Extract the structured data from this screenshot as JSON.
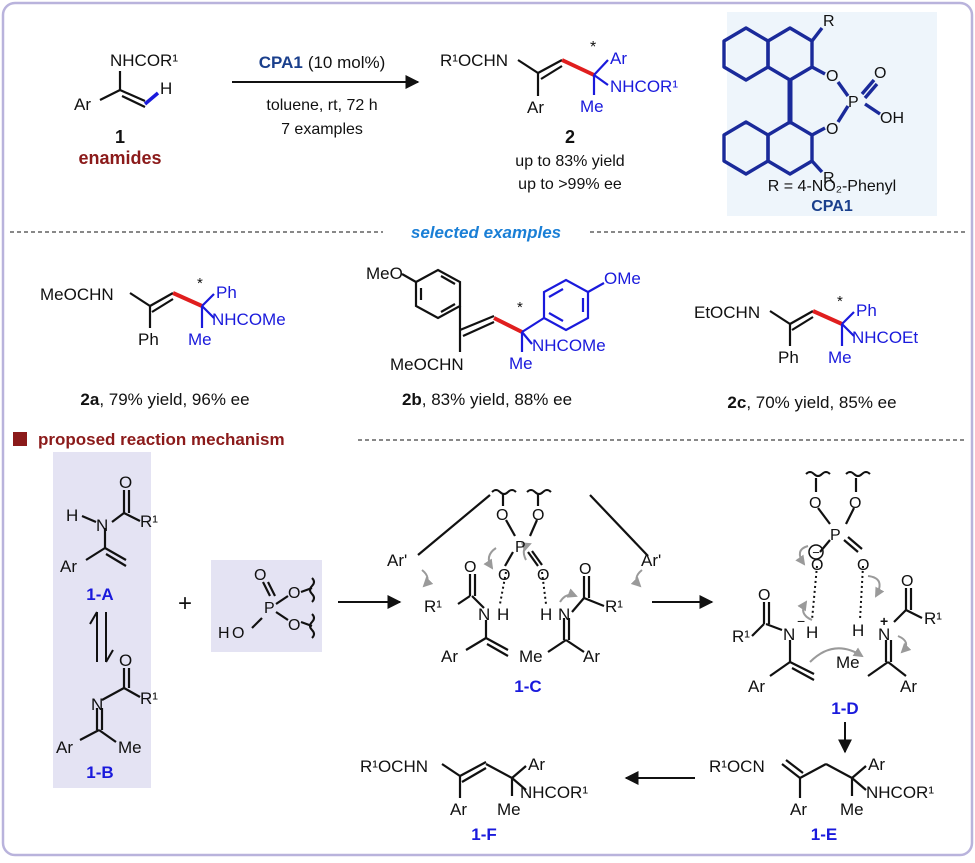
{
  "colors": {
    "frame": "#b9b3dc",
    "highlight_bg": "#e4e3f3",
    "cpa_bg": "#eef5fb",
    "blue": "#1a1adc",
    "red": "#e01e1e",
    "dark_red": "#8b1a1a",
    "cpa_label": "#1a3f8c",
    "section_label": "#1a7fd6",
    "grey_arrow": "#9a9a9a",
    "black": "#111111"
  },
  "reaction": {
    "substrate_number": "1",
    "substrate_label": "enamides",
    "substrate_group": "NHCOR¹",
    "substrate_ar": "Ar",
    "substrate_h": "H",
    "catalyst": "CPA1",
    "catalyst_loading": "(10 mol%)",
    "conditions": "toluene, rt, 72 h",
    "examples": "7 examples",
    "product_number": "2",
    "yield_text": "up to 83% yield",
    "ee_text": "up to >99% ee",
    "product_left": "R¹OCHN",
    "product_ar_bottom": "Ar",
    "product_ar_top": "Ar",
    "product_amide": "NHCOR¹",
    "product_me": "Me",
    "stereo": "*"
  },
  "cpa": {
    "r_top": "R",
    "r_bottom": "R",
    "o1": "O",
    "o2": "O",
    "p": "P",
    "o_double": "O",
    "oh": "OH",
    "r_definition": "R = 4-NO₂-Phenyl",
    "name": "CPA1"
  },
  "selected": {
    "header": "selected examples",
    "a": {
      "left": "MeOCHN",
      "ph_bottom": "Ph",
      "ph_top": "Ph",
      "amide": "NHCOMe",
      "me": "Me",
      "num": "2a",
      "result": ", 79% yield, 96% ee"
    },
    "b": {
      "ome_left": "MeO",
      "ome_right": "OMe",
      "left": "MeOCHN",
      "amide": "NHCOMe",
      "me": "Me",
      "num": "2b",
      "result": ", 83% yield, 88% ee"
    },
    "c": {
      "left": "EtOCHN",
      "ph_bottom": "Ph",
      "ph_top": "Ph",
      "amide": "NHCOEt",
      "me": "Me",
      "num": "2c",
      "result": ", 70% yield, 85% ee"
    }
  },
  "mechanism": {
    "header": "proposed reaction mechanism",
    "plus": "+",
    "A": {
      "label": "1-A",
      "h": "H",
      "n": "N",
      "o": "O",
      "r1": "R¹",
      "ar": "Ar"
    },
    "B": {
      "label": "1-B",
      "n": "N",
      "o": "O",
      "r1": "R¹",
      "ar": "Ar",
      "me": "Me"
    },
    "acid": {
      "h": "H",
      "o_h": "O",
      "p": "P",
      "o_top": "O",
      "o_r1": "O",
      "o_r2": "O"
    },
    "C": {
      "label": "1-C",
      "ar_left": "Ar'",
      "ar_right": "Ar'",
      "r1_left": "R¹",
      "r1_right": "R¹",
      "o_left": "O",
      "o_right": "O",
      "n_left": "N",
      "n_right": "N",
      "h_left": "H",
      "h_right": "H",
      "ar_bottom_left": "Ar",
      "me": "Me",
      "ar_bottom_right": "Ar",
      "p": "P",
      "o1": "O",
      "o2": "O",
      "o3": "O",
      "o4": "O"
    },
    "D": {
      "label": "1-D",
      "r1_left": "R¹",
      "r1_right": "R¹",
      "o_left": "O",
      "o_right": "O",
      "n_left": "N",
      "n_right": "N",
      "h_left": "H",
      "h_right": "H",
      "ar_left": "Ar",
      "me": "Me",
      "ar_right": "Ar",
      "p": "P",
      "o1": "O",
      "o2": "O",
      "o3": "O",
      "o4": "O",
      "minus": "−",
      "plus": "+",
      "minus_n": "−"
    },
    "E": {
      "label": "1-E",
      "left": "R¹OCN",
      "ar_top": "Ar",
      "ar_bottom": "Ar",
      "amide": "NHCOR¹",
      "me": "Me"
    },
    "F": {
      "label": "1-F",
      "left": "R¹OCHN",
      "ar_top": "Ar",
      "ar_bottom": "Ar",
      "amide": "NHCOR¹",
      "me": "Me"
    }
  }
}
